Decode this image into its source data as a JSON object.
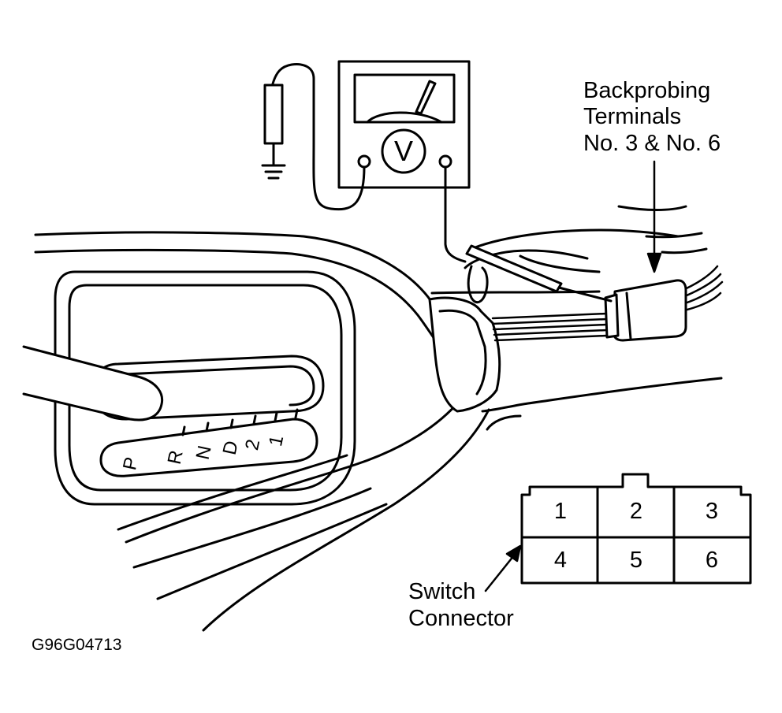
{
  "callouts": {
    "backprobing": [
      "Backprobing",
      "Terminals",
      "No. 3 & No. 6"
    ],
    "switch": [
      "Switch",
      "Connector"
    ]
  },
  "meter": {
    "symbol": "V"
  },
  "shift_pattern": [
    "P",
    "R",
    "N",
    "D",
    "2",
    "1"
  ],
  "connector_pins": [
    "1",
    "2",
    "3",
    "4",
    "5",
    "6"
  ],
  "figure_id": "G96G04713"
}
